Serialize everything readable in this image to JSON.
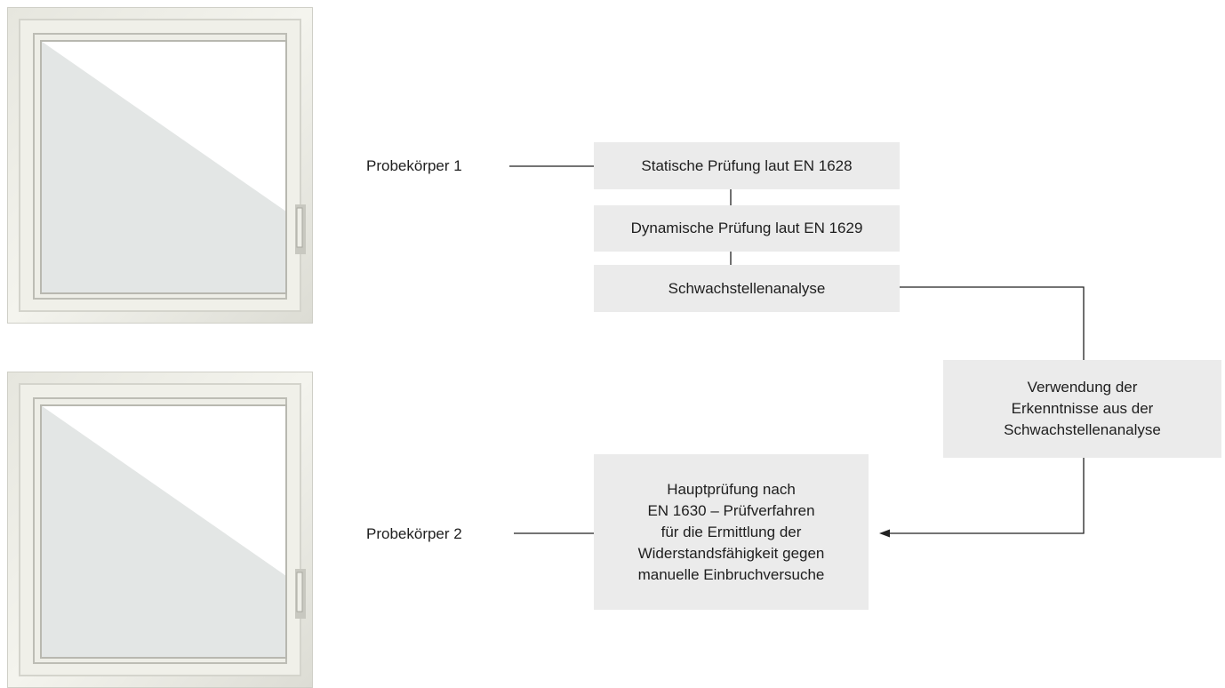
{
  "specimens": [
    {
      "label": "Probekörper 1"
    },
    {
      "label": "Probekörper 2"
    }
  ],
  "steps": {
    "static_test": "Statische Prüfung laut EN 1628",
    "dynamic_test": "Dynamische Prüfung laut EN 1629",
    "weakness_analysis": "Schwachstellenanalyse",
    "findings_lines": [
      "Verwendung der",
      "Erkenntnisse aus der",
      "Schwachstellenanalyse"
    ],
    "main_test_lines": [
      "Hauptprüfung nach",
      "EN 1630 – Prüfverfahren",
      "für die Ermittlung der",
      "Widerstandsfähigkeit gegen",
      "manuelle Einbruchversuche"
    ]
  },
  "colors": {
    "box_fill": "#ebebeb",
    "line": "#222222",
    "frame": "#f1f1ea",
    "glass": "#e4e7e6"
  }
}
